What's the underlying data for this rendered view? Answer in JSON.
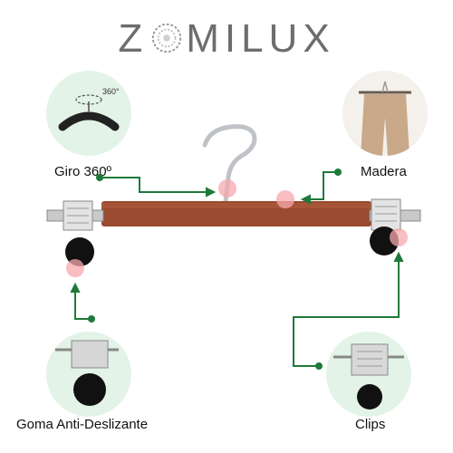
{
  "brand": {
    "text_left": "Z",
    "text_right": "MILUX",
    "logo_icon": "swirl-o-icon"
  },
  "features": {
    "rotation": {
      "label": "Giro 360º",
      "badge": "360°"
    },
    "wood": {
      "label": "Madera"
    },
    "rubber": {
      "label": "Goma Anti-Deslizante"
    },
    "clips": {
      "label": "Clips"
    }
  },
  "colors": {
    "accent_green": "#1f7a3a",
    "circle_bg": "#e3f3e7",
    "wood": "#9a4a2f",
    "hotspot": "#f6a8ad"
  }
}
